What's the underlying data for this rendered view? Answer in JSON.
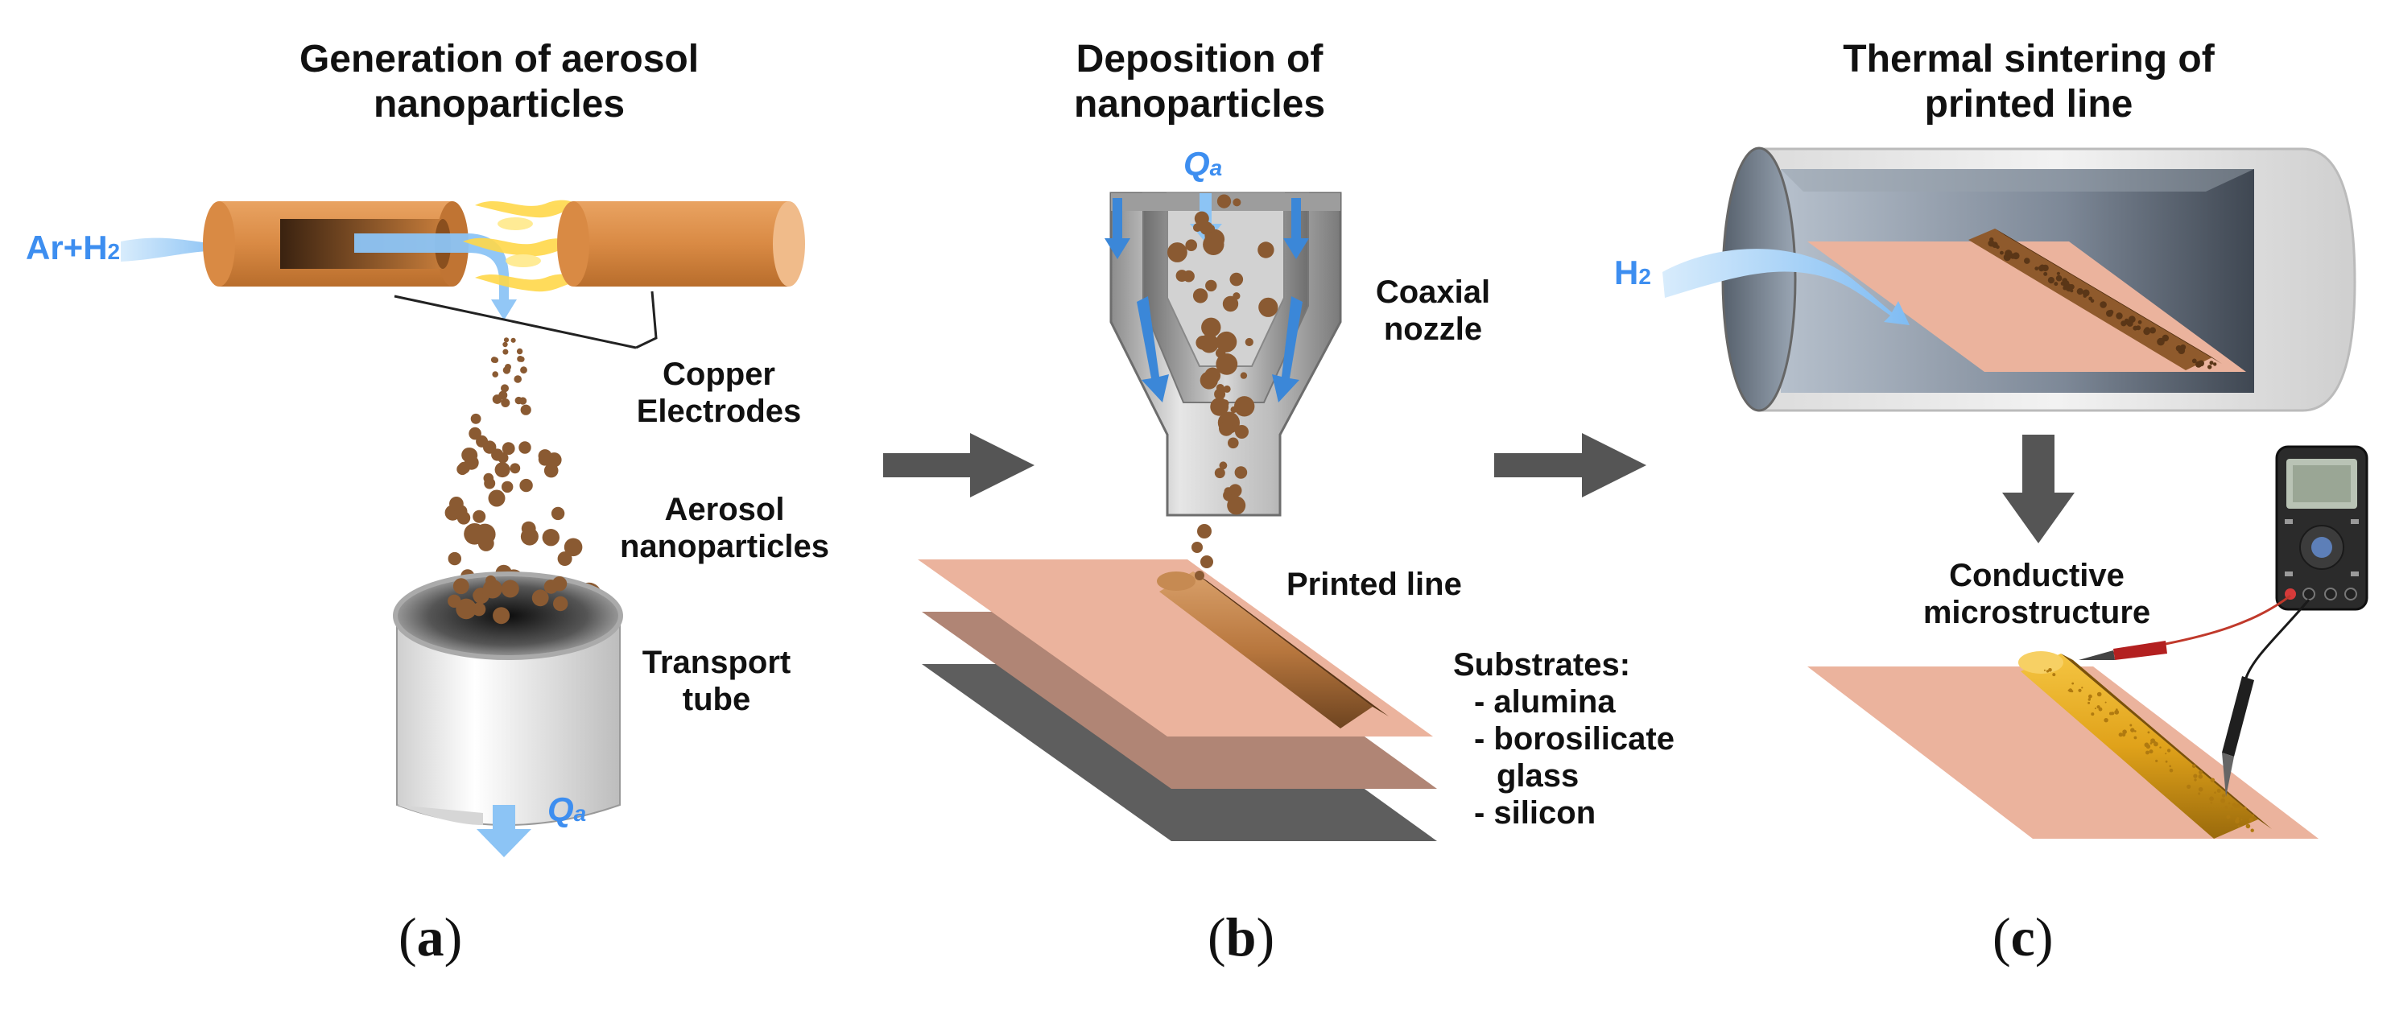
{
  "panels": [
    {
      "id": "a",
      "title_line1": "Generation of aerosol",
      "title_line2": "nanoparticles",
      "caption_open": "(",
      "caption_letter": "a",
      "caption_close": ")",
      "labels": {
        "gas_main": "Ar+H",
        "gas_sub": "2",
        "electrodes_line1": "Copper",
        "electrodes_line2": "Electrodes",
        "aerosol_line1": "Aerosol",
        "aerosol_line2": "nanoparticles",
        "tube_line1": "Transport",
        "tube_line2": "tube",
        "flow_main": "Q",
        "flow_sub": "a"
      }
    },
    {
      "id": "b",
      "title_line1": "Deposition of",
      "title_line2": "nanoparticles",
      "caption_open": "(",
      "caption_letter": "b",
      "caption_close": ")",
      "labels": {
        "flow_main": "Q",
        "flow_sub": "a",
        "nozzle_line1": "Coaxial",
        "nozzle_line2": "nozzle",
        "printed_line": "Printed line",
        "substrates_title": "Substrates:",
        "substrates": [
          "- alumina",
          "- borosilicate",
          "glass",
          "- silicon"
        ]
      }
    },
    {
      "id": "c",
      "title_line1": "Thermal sintering of",
      "title_line2": "printed line",
      "caption_open": "(",
      "caption_letter": "c",
      "caption_close": ")",
      "labels": {
        "gas_main": "H",
        "gas_sub": "2",
        "result_line1": "Conductive",
        "result_line2": "microstructure"
      }
    }
  ],
  "colors": {
    "copper": "#d98a44",
    "copper_light": "#e8a870",
    "flame": "#ffd84a",
    "flow_arrow": "#8cc4f5",
    "flow_text": "#3d8ef0",
    "particle": "#8a5a32",
    "substrate_alumina": "#ebb39d",
    "substrate_glass": "#b08575",
    "substrate_silicon": "#5e5e5e",
    "process_arrow": "#555555",
    "gold_line": "#e0a21a"
  }
}
